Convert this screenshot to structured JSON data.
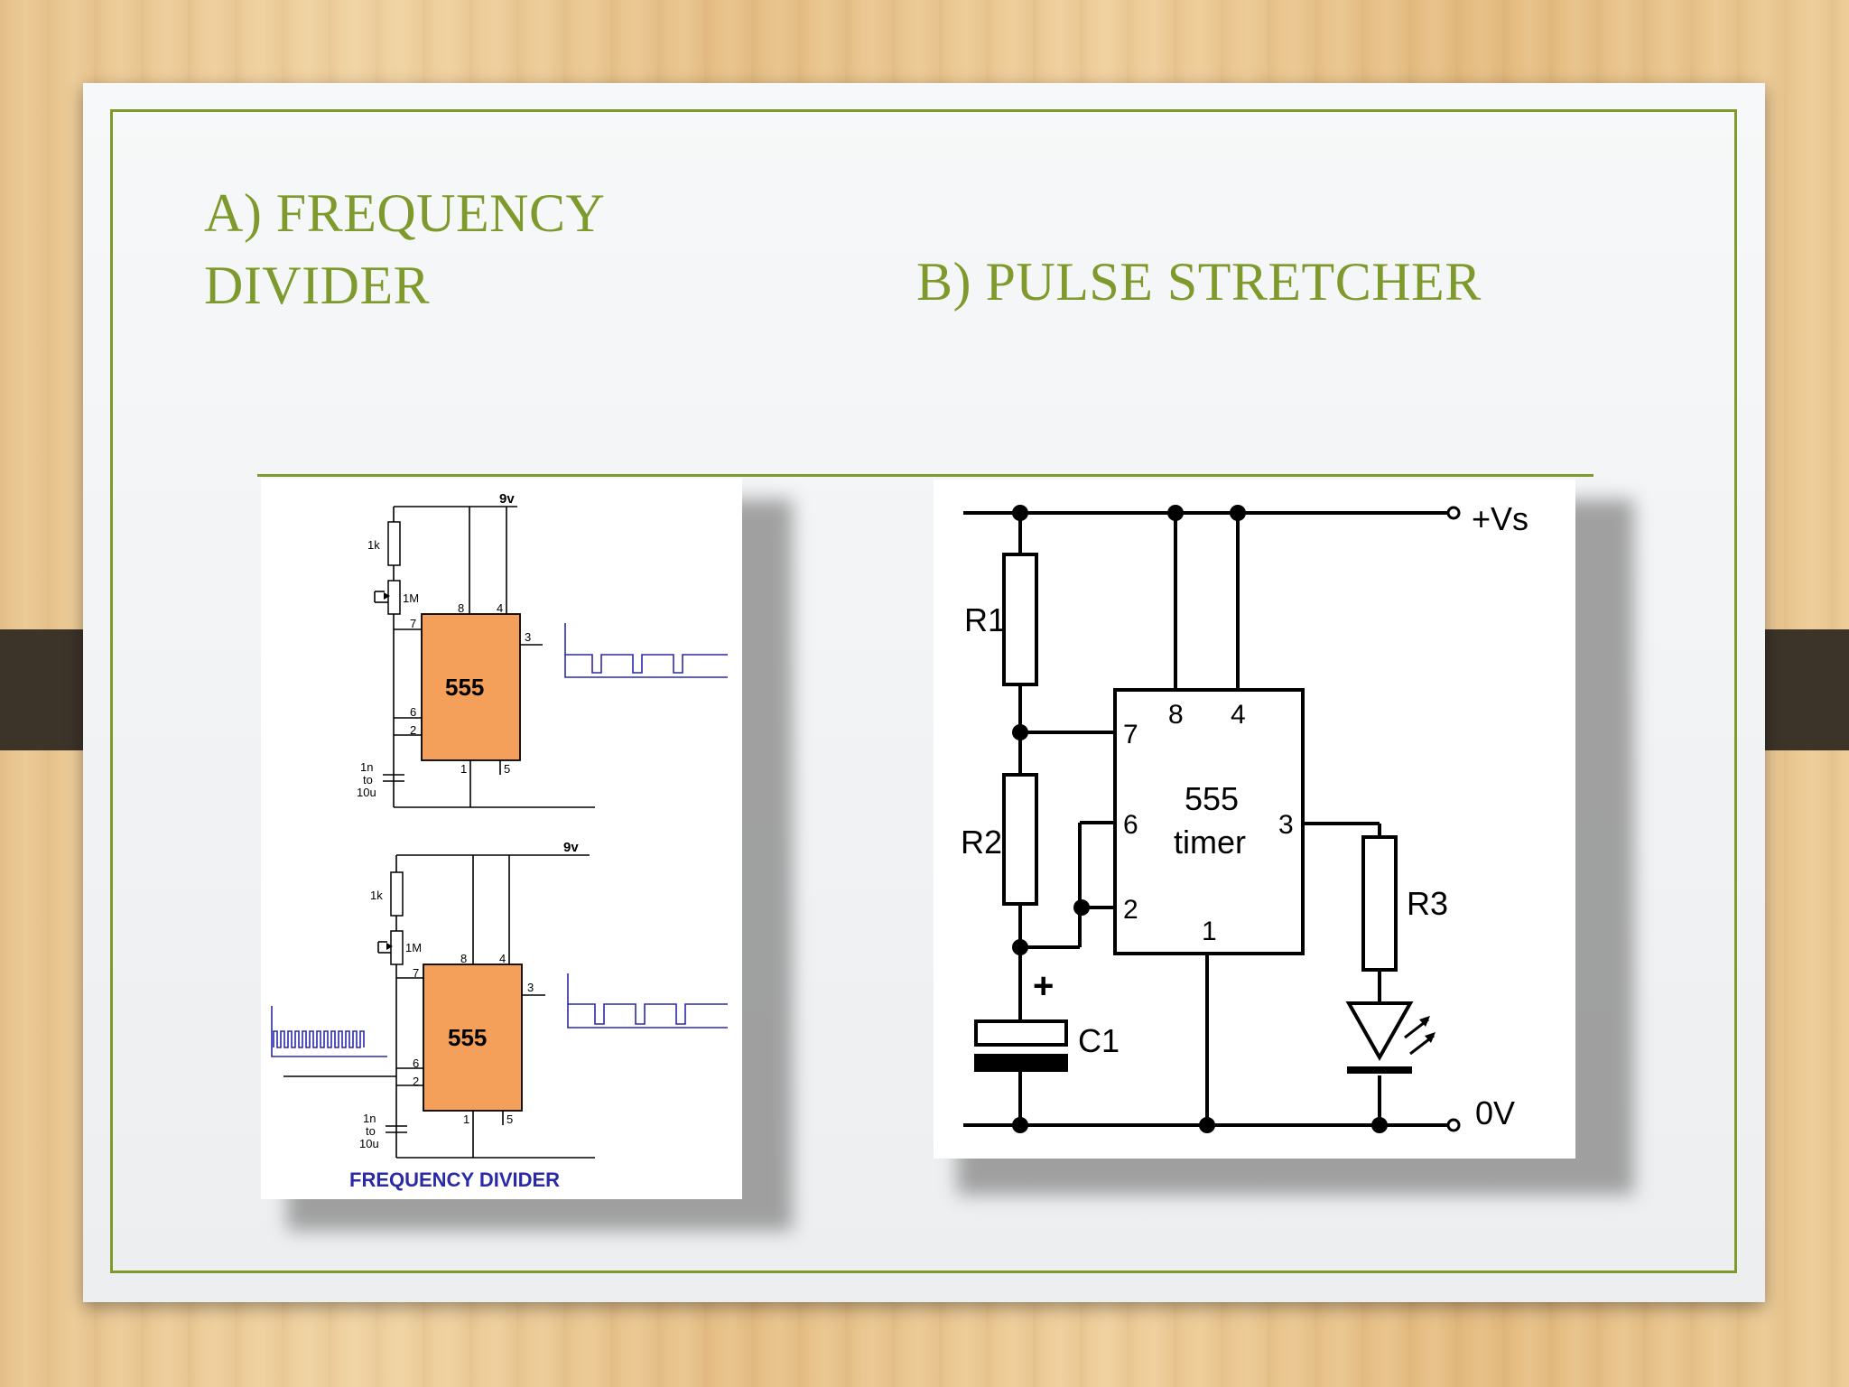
{
  "slide": {
    "title_a_line1": "A) FREQUENCY",
    "title_a_line2": "DIVIDER",
    "title_b": "B) PULSE STRETCHER"
  },
  "diagram_a": {
    "supply": "9v",
    "r_fixed": "1k",
    "r_pot": "1M",
    "ic": "555",
    "pins": {
      "p8": "8",
      "p4": "4",
      "p7": "7",
      "p3": "3",
      "p6": "6",
      "p2": "2",
      "p1": "1",
      "p5": "5"
    },
    "cap_l1": "1n",
    "cap_l2": "to",
    "cap_l3": "10u",
    "caption": "FREQUENCY DIVIDER",
    "accent": "#f5a05a",
    "caption_color": "#2a2aa8"
  },
  "diagram_b": {
    "vs": "+Vs",
    "ov": "0V",
    "r1": "R1",
    "r2": "R2",
    "r3": "R3",
    "c1": "C1",
    "plus": "+",
    "ic_l1": "555",
    "ic_l2": "timer",
    "pins": {
      "p8": "8",
      "p4": "4",
      "p7": "7",
      "p6": "6",
      "p2": "2",
      "p3": "3",
      "p1": "1"
    }
  },
  "colors": {
    "accent_green": "#7f9a2c",
    "clip": "#3c3329"
  }
}
